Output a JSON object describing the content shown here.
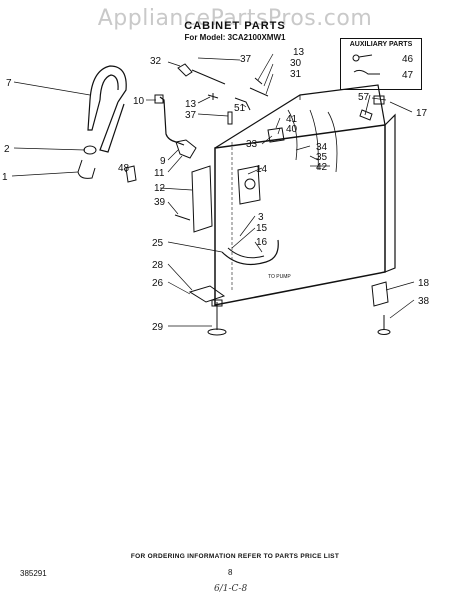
{
  "watermark": "AppliancePartsPros.com",
  "title": "CABINET PARTS",
  "subtitle": "For Model: 3CA2100XMW1",
  "aux_box": {
    "title": "AUXILIARY PARTS",
    "labels": [
      "46",
      "47"
    ]
  },
  "callouts": [
    {
      "id": "1",
      "label": "1"
    },
    {
      "id": "2",
      "label": "2"
    },
    {
      "id": "7",
      "label": "7"
    },
    {
      "id": "32",
      "label": "32"
    },
    {
      "id": "37a",
      "label": "37"
    },
    {
      "id": "13a",
      "label": "13"
    },
    {
      "id": "30",
      "label": "30"
    },
    {
      "id": "31",
      "label": "31"
    },
    {
      "id": "13b",
      "label": "13"
    },
    {
      "id": "37b",
      "label": "37"
    },
    {
      "id": "51",
      "label": "51"
    },
    {
      "id": "10",
      "label": "10"
    },
    {
      "id": "57",
      "label": "57"
    },
    {
      "id": "17",
      "label": "17"
    },
    {
      "id": "41",
      "label": "41"
    },
    {
      "id": "40",
      "label": "40"
    },
    {
      "id": "33",
      "label": "33"
    },
    {
      "id": "34",
      "label": "34"
    },
    {
      "id": "35",
      "label": "35"
    },
    {
      "id": "42",
      "label": "42"
    },
    {
      "id": "14",
      "label": "14"
    },
    {
      "id": "9",
      "label": "9"
    },
    {
      "id": "11",
      "label": "11"
    },
    {
      "id": "48",
      "label": "48"
    },
    {
      "id": "12",
      "label": "12"
    },
    {
      "id": "39",
      "label": "39"
    },
    {
      "id": "3",
      "label": "3"
    },
    {
      "id": "15",
      "label": "15"
    },
    {
      "id": "16",
      "label": "16"
    },
    {
      "id": "25",
      "label": "25"
    },
    {
      "id": "28",
      "label": "28"
    },
    {
      "id": "26",
      "label": "26"
    },
    {
      "id": "29",
      "label": "29"
    },
    {
      "id": "18",
      "label": "18"
    },
    {
      "id": "38",
      "label": "38"
    }
  ],
  "pump_label": "TO PUMP",
  "footer": "FOR ORDERING INFORMATION REFER TO PARTS PRICE LIST",
  "doc_number": "385291",
  "page_number": "8",
  "handwriting": "6/1-C-8"
}
